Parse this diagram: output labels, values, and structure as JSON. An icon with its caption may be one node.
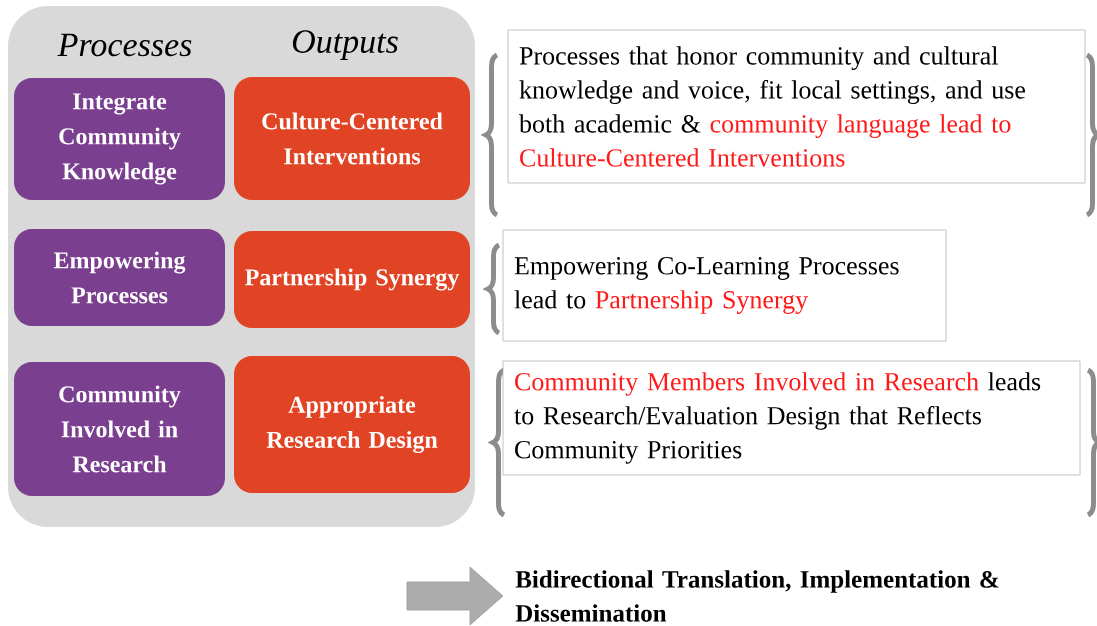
{
  "diagram": {
    "nodes": [
      {
        "text": [
          "Processes",
          "Outputs"
        ]
      },
      {
        "text": [
          "Integrate Community Knowledge"
        ],
        "in": 0
      },
      {
        "text": [
          "Culture-Centered Interventions"
        ],
        "in": 0
      },
      {
        "text": [
          "Empowering Processes"
        ],
        "in": 0
      },
      {
        "text": [
          "Partnership Synergy"
        ],
        "in": 0
      },
      {
        "text": [
          "Community Involved in Research"
        ],
        "in": 0
      },
      {
        "text": [
          "Appropriate Research Design"
        ],
        "in": 0
      },
      {
        "text": [
          "Processes that honor community and cultural knowledge and voice, fit local settings, and use both academic &",
          "community language lead to Culture-Centered Interventions"
        ]
      },
      {
        "text": [
          "Empowering Co-Learning Processes lead to",
          "Partnership Synergy"
        ]
      },
      {
        "text": [
          "Community Members Involved in Research",
          "leads to Research/Evaluation Design that Reflects Community Priorities"
        ]
      },
      {
        "text": [
          "Bidirectional Translation, Implementation & Dissemination"
        ]
      }
    ],
    "edges": [
      {
        "from": null,
        "to": 10,
        "arrow": "to"
      }
    ]
  }
}
